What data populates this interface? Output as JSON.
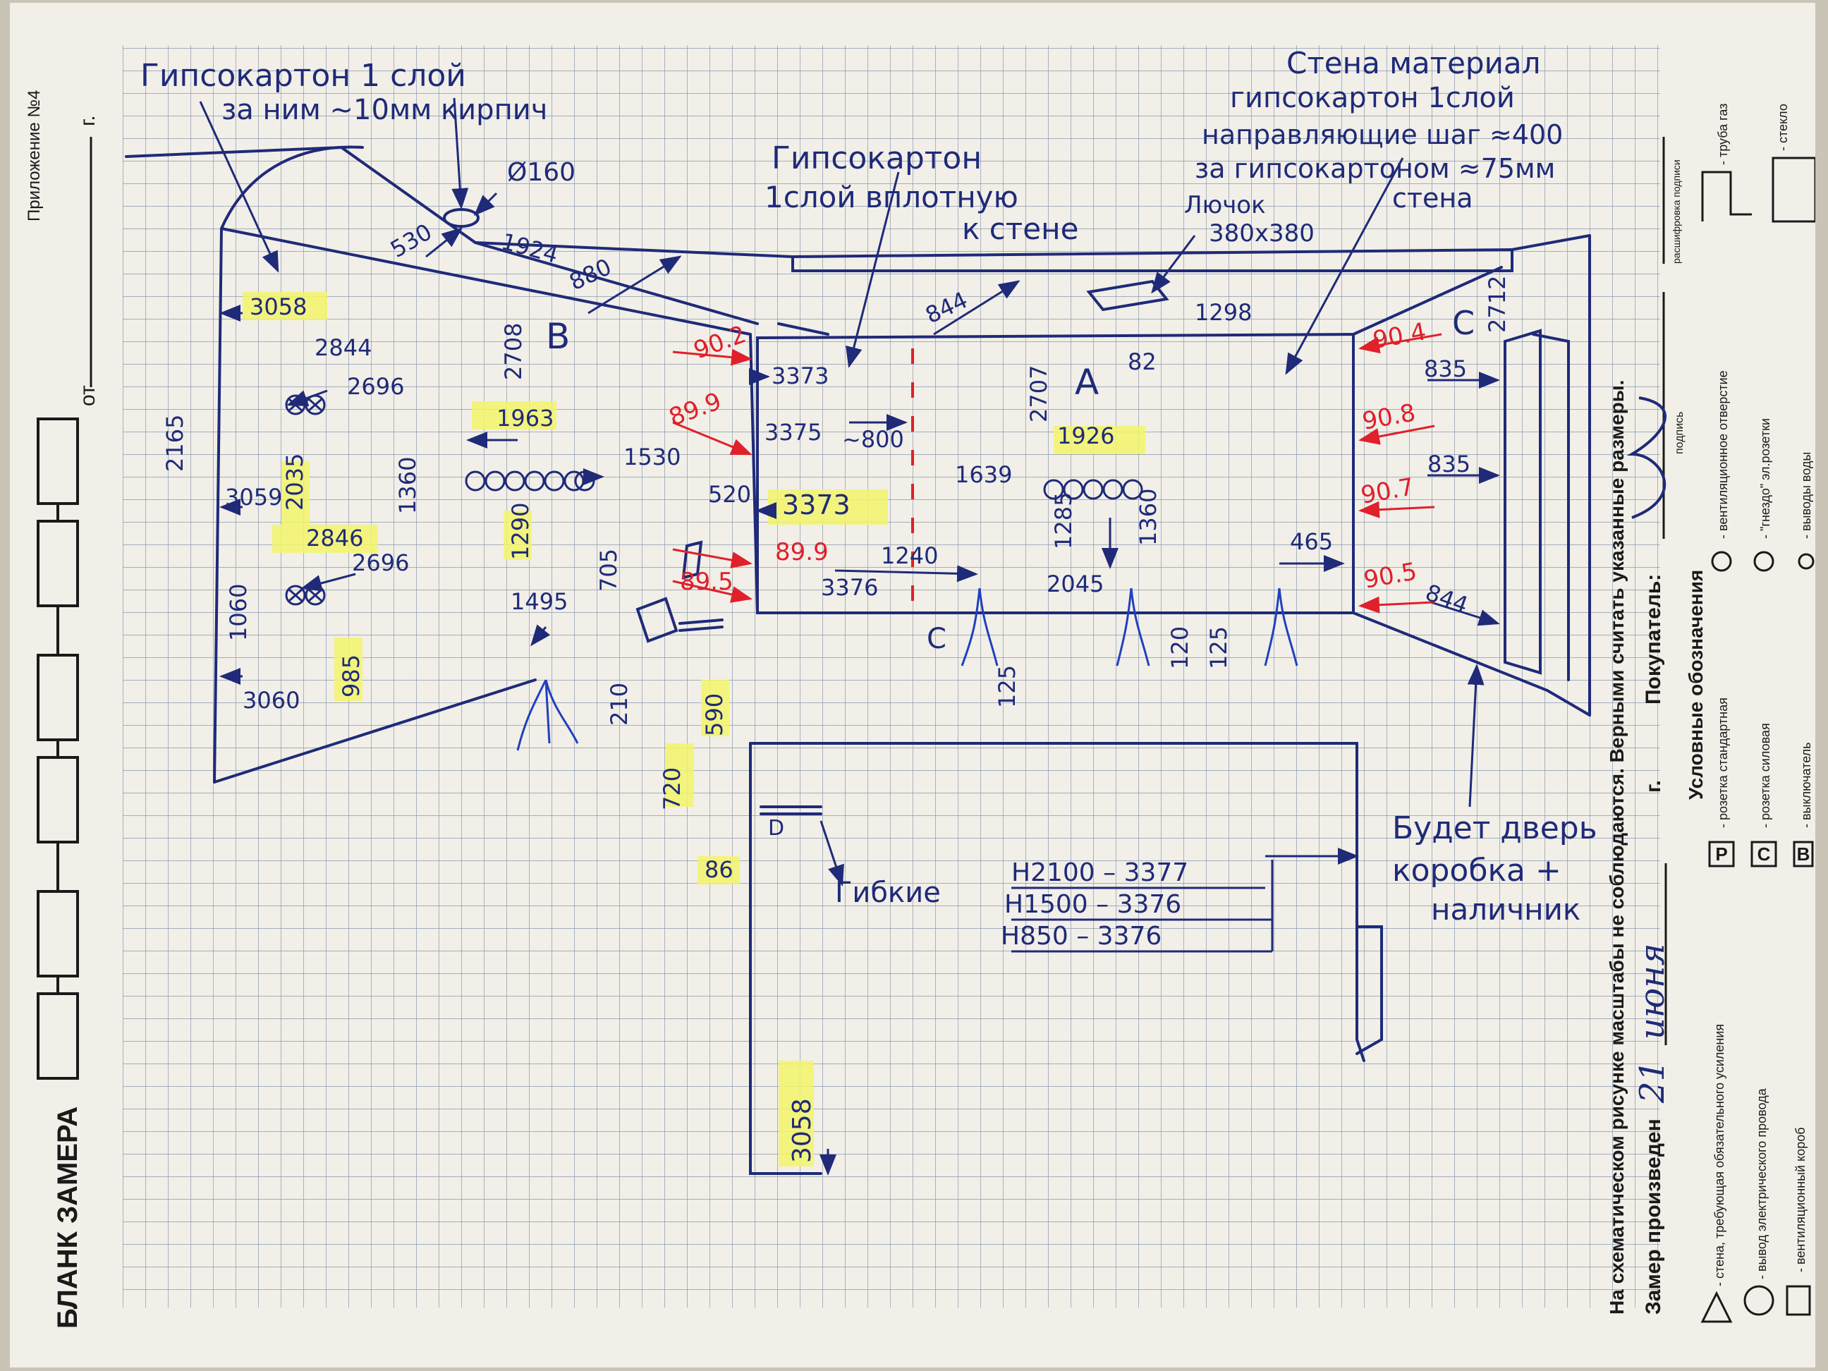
{
  "form": {
    "title": "БЛАНК ЗАМЕРА",
    "appendix": "Приложение №4",
    "ot": "от",
    "g": "г.",
    "disclaimer": "На схематическом рисунке масштабы не соблюдаются. Верными считать указанные размеры.",
    "measured_label": "Замер произведен",
    "measured_day": "21",
    "measured_month": "июня",
    "measured_g": "г.",
    "buyer_label": "Покупатель:",
    "signature_caption": "подпись",
    "signature_decoding": "расшифровка подписи",
    "legend_title": "Условные обозначения",
    "legend": {
      "wall": "- стена, требующая обязательного усиления",
      "electric": "- вывод электрического провода",
      "vent_box": "- вентиляционный короб",
      "socket_std": "- розетка стандартная",
      "socket_power": "- розетка силовая",
      "switch": "- выключатель",
      "vent_hole": "- вентиляционное отверстие",
      "socket_nest": "- \"гнездо\" эл.розетки",
      "water": "- выводы воды",
      "gas_pipe": "- труба газ",
      "glass": "- стекло"
    },
    "legend_symbols": {
      "P": "P",
      "C": "C",
      "B": "B"
    }
  },
  "notes": {
    "left_wall_1": "Гипсокартон 1 слой",
    "left_wall_2": "за ним ~10мм кирпич",
    "center_1": "Гипсокартон",
    "center_2": "1слой вплотную",
    "center_3": "к стене",
    "right_1": "Стена материал",
    "right_2": "гипсокартон 1слой",
    "right_3": "направляющие шаг ≈400",
    "right_4": "за гипсокартоном ≈75мм",
    "right_5": "стена",
    "hatch_1": "Лючок",
    "hatch_2": "380х380",
    "flex": "Гибкие",
    "door_1": "Будет дверь",
    "door_2": "коробка +",
    "door_3": "наличник"
  },
  "labels": {
    "wallB": "B",
    "wallA": "A",
    "wallC": "C",
    "pipeC": "C",
    "pipeD": "D",
    "d160": "Ø160"
  },
  "dims": {
    "d530": "530",
    "d1924": "1924",
    "d880": "880",
    "d844t": "844",
    "d1298": "1298",
    "d82": "82",
    "d2712": "2712",
    "d3058t": "3058",
    "d2844": "2844",
    "d2696a": "2696",
    "d2165": "2165",
    "d2035": "2035",
    "d3059": "3059",
    "d2846": "2846",
    "d2696b": "2696",
    "d1060": "1060",
    "d985": "985",
    "d3060": "3060",
    "d2708": "2708",
    "d1963": "1963",
    "d1530": "1530",
    "d1360a": "1360",
    "d1290": "1290",
    "d1495": "1495",
    "d705": "705",
    "d520": "520",
    "d210": "210",
    "d3373a": "3373",
    "d3375": "3375",
    "d800": "~800",
    "d3373b": "3373",
    "d3376": "3376",
    "d1240": "1240",
    "d2707": "2707",
    "d1926": "1926",
    "d1639": "1639",
    "d1285": "1285",
    "d1360b": "1360",
    "d2045": "2045",
    "d465": "465",
    "d125a": "125",
    "d120": "120",
    "d125b": "125",
    "d835a": "835",
    "d835b": "835",
    "d844r": "844",
    "d590": "590",
    "d720": "720",
    "d86": "86",
    "d3058b": "3058",
    "h2100": "H2100 – 3377",
    "h1500": "H1500 – 3376",
    "h850": "H850 – 3376"
  },
  "angles": {
    "a902": "90.2",
    "a899a": "89.9",
    "a899b": "89.9",
    "a895": "89.5",
    "a904": "90.4",
    "a908": "90.8",
    "a907": "90.7",
    "a905": "90.5"
  },
  "colors": {
    "paper": "#f1efe8",
    "grid": "#7f8fa6",
    "ink_blue": "#1f2a78",
    "ink_red": "#e0202a",
    "highlight": "#f3f56b",
    "print": "#1a1a1a"
  }
}
